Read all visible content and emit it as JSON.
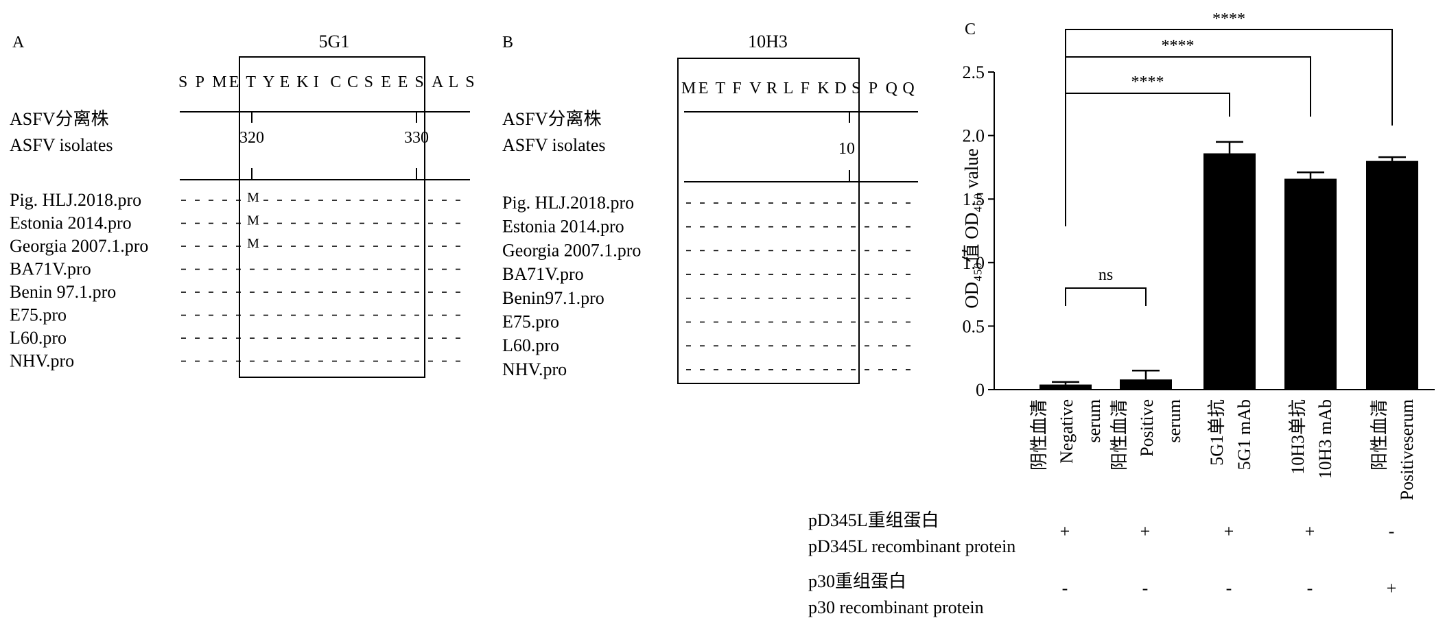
{
  "panelA": {
    "letter": "A",
    "box_label": "5G1",
    "sequence": [
      "S",
      "P",
      "M",
      "E",
      "T",
      "Y",
      "E",
      "K",
      "I",
      "C",
      "C",
      "S",
      "E",
      "E",
      "S",
      "A",
      "L",
      "S"
    ],
    "header_cn": "ASFV分离株",
    "header_en": "ASFV isolates",
    "pos_start": "320",
    "pos_end": "330",
    "strains": [
      {
        "name": "Pig. HLJ.2018.pro",
        "mut": "M"
      },
      {
        "name": "Estonia 2014.pro",
        "mut": "M"
      },
      {
        "name": "Georgia 2007.1.pro",
        "mut": "M"
      },
      {
        "name": "BA71V.pro",
        "mut": ""
      },
      {
        "name": "Benin 97.1.pro",
        "mut": ""
      },
      {
        "name": "E75.pro",
        "mut": ""
      },
      {
        "name": "L60.pro",
        "mut": ""
      },
      {
        "name": "NHV.pro",
        "mut": ""
      }
    ]
  },
  "panelB": {
    "letter": "B",
    "box_label": "10H3",
    "sequence": [
      "M",
      "E",
      "T",
      "F",
      "V",
      "R",
      "L",
      "F",
      "K",
      "D",
      "S",
      "P",
      "Q",
      "Q"
    ],
    "header_cn": "ASFV分离株",
    "header_en": "ASFV isolates",
    "pos": "10",
    "strains": [
      "Pig. HLJ.2018.pro",
      "Estonia 2014.pro",
      "Georgia 2007.1.pro",
      "BA71V.pro",
      "Benin97.1.pro",
      "E75.pro",
      "L60.pro",
      "NHV.pro"
    ]
  },
  "panelC": {
    "letter": "C",
    "ylabel": "OD₄₅₀值 OD₄₅₀ value",
    "row1_cn": "pD345L重组蛋白",
    "row1_en": "pD345L recombinant protein",
    "row2_cn": "p30重组蛋白",
    "row2_en": "p30 recombinant protein"
  },
  "chart_data": {
    "type": "bar",
    "categories": [
      "阴性血清 Negative serum",
      "阳性血清 Positive serum",
      "5G1单抗 5G1 mAb",
      "10H3单抗 10H3 mAb",
      "阳性血清 Positiveserum"
    ],
    "category_labels": [
      [
        "阴性血清",
        "Negative",
        "serum"
      ],
      [
        "阳性血清",
        "Positive",
        "serum"
      ],
      [
        "5G1单抗",
        "5G1 mAb"
      ],
      [
        "10H3单抗",
        "10H3 mAb"
      ],
      [
        "阳性血清",
        "Positiveserum"
      ]
    ],
    "values": [
      0.04,
      0.08,
      1.86,
      1.66,
      1.8
    ],
    "errors": [
      0.02,
      0.07,
      0.09,
      0.05,
      0.03
    ],
    "ylim": [
      0,
      2.5
    ],
    "yticks": [
      0,
      0.5,
      1.0,
      1.5,
      2.0,
      2.5
    ],
    "ytick_labels": [
      "0",
      "0.5",
      "1.0",
      "1.5",
      "2.0",
      "2.5"
    ],
    "bar_color": "#000000",
    "significance": [
      {
        "from": 0,
        "to": 1,
        "label": "ns"
      },
      {
        "from": 0,
        "to": 2,
        "label": "****"
      },
      {
        "from": 0,
        "to": 3,
        "label": "****"
      },
      {
        "from": 0,
        "to": 4,
        "label": "****"
      }
    ],
    "pD345L": [
      "+",
      "+",
      "+",
      "+",
      "-"
    ],
    "p30": [
      "-",
      "-",
      "-",
      "-",
      "+"
    ]
  }
}
